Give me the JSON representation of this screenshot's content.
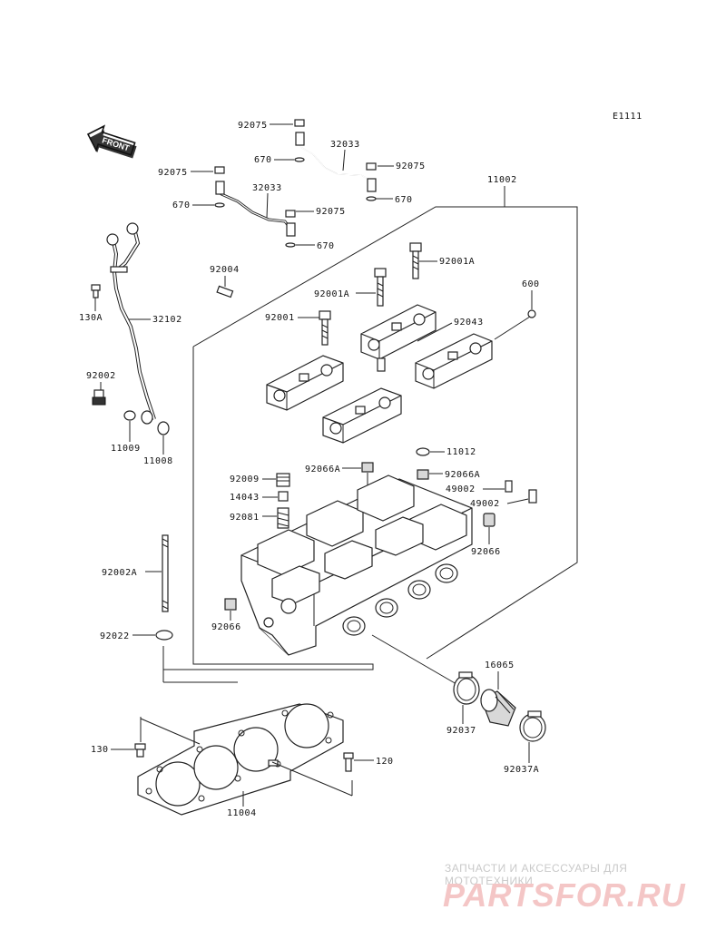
{
  "diagram_code": "E1111",
  "front_label": "FRONT",
  "labels": {
    "p92075_a": "92075",
    "p670_a": "670",
    "p32033_a": "32033",
    "p92075_b": "92075",
    "p92075_c": "92075",
    "p670_b": "670",
    "p670_c": "670",
    "p32033_b": "32033",
    "p92075_d": "92075",
    "p670_d": "670",
    "p11002": "11002",
    "p92001a_a": "92001A",
    "p92004": "92004",
    "p92001a_b": "92001A",
    "p600": "600",
    "p130a": "130A",
    "p32102": "32102",
    "p92001": "92001",
    "p92043": "92043",
    "p92002": "92002",
    "p11009": "11009",
    "p11008": "11008",
    "p11012": "11012",
    "p92066a_a": "92066A",
    "p92066a_b": "92066A",
    "p92009": "92009",
    "p14043": "14043",
    "p49002_a": "49002",
    "p49002_b": "49002",
    "p92081": "92081",
    "p92066_a": "92066",
    "p92002a": "92002A",
    "p92066_b": "92066",
    "p92022": "92022",
    "p16065": "16065",
    "p92037": "92037",
    "p92037a": "92037A",
    "p130": "130",
    "p120": "120",
    "p11004": "11004"
  },
  "watermark": {
    "tagline": "ЗАПЧАСТИ И АКСЕССУАРЫ ДЛЯ МОТОТЕХНИКИ",
    "logo": "PARTSFOR.RU"
  },
  "colors": {
    "line": "#222222",
    "watermark_logo": "#f4c6c6",
    "watermark_text": "#c9c9c9"
  }
}
